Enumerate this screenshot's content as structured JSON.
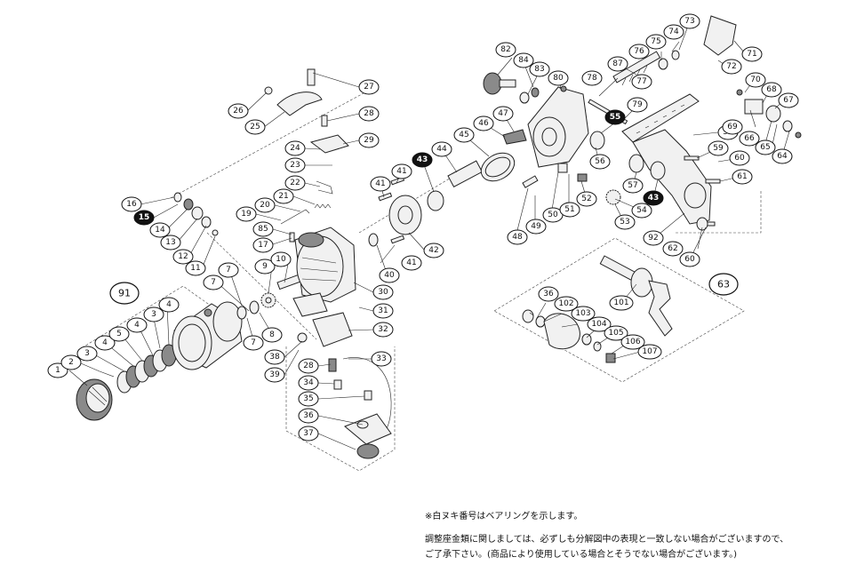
{
  "notes": {
    "bearing_note": "※白ヌキ番号はベアリングを示します。",
    "disclaimer_line1": "調整座金類に関しましては、必ずしも分解図中の表現と一致しない場合がございますので、",
    "disclaimer_line2": "ご了承下さい。(商品により使用している場合とそうでない場合がございます。)"
  },
  "callouts": [
    {
      "id": "c1",
      "label": "1"
    },
    {
      "id": "c2",
      "label": "2"
    },
    {
      "id": "c3",
      "label": "3"
    },
    {
      "id": "c4",
      "label": "4"
    },
    {
      "id": "c5",
      "label": "5"
    },
    {
      "id": "c3b",
      "label": "3"
    },
    {
      "id": "c4b",
      "label": "4"
    },
    {
      "id": "c5b",
      "label": "5"
    },
    {
      "id": "c4c",
      "label": "4"
    },
    {
      "id": "c91",
      "label": "91"
    },
    {
      "id": "c7",
      "label": "7"
    },
    {
      "id": "c7b",
      "label": "7"
    },
    {
      "id": "c7c",
      "label": "7"
    },
    {
      "id": "c8",
      "label": "8"
    },
    {
      "id": "c9",
      "label": "9"
    },
    {
      "id": "c10",
      "label": "10"
    },
    {
      "id": "c11",
      "label": "11"
    },
    {
      "id": "c12",
      "label": "12"
    },
    {
      "id": "c13",
      "label": "13"
    },
    {
      "id": "c14",
      "label": "14"
    },
    {
      "id": "c15",
      "label": "15"
    },
    {
      "id": "c16",
      "label": "16"
    },
    {
      "id": "c17",
      "label": "17"
    },
    {
      "id": "c85",
      "label": "85"
    },
    {
      "id": "c19",
      "label": "19"
    },
    {
      "id": "c20",
      "label": "20"
    },
    {
      "id": "c21",
      "label": "21"
    },
    {
      "id": "c22",
      "label": "22"
    },
    {
      "id": "c23",
      "label": "23"
    },
    {
      "id": "c24",
      "label": "24"
    },
    {
      "id": "c25",
      "label": "25"
    },
    {
      "id": "c26",
      "label": "26"
    },
    {
      "id": "c27",
      "label": "27"
    },
    {
      "id": "c28",
      "label": "28"
    },
    {
      "id": "c29",
      "label": "29"
    },
    {
      "id": "c30",
      "label": "30"
    },
    {
      "id": "c31",
      "label": "31"
    },
    {
      "id": "c32",
      "label": "32"
    },
    {
      "id": "c38",
      "label": "38"
    },
    {
      "id": "c39",
      "label": "39"
    },
    {
      "id": "c28b",
      "label": "28"
    },
    {
      "id": "c33",
      "label": "33"
    },
    {
      "id": "c34",
      "label": "34"
    },
    {
      "id": "c35",
      "label": "35"
    },
    {
      "id": "c36",
      "label": "36"
    },
    {
      "id": "c37",
      "label": "37"
    },
    {
      "id": "c40",
      "label": "40"
    },
    {
      "id": "c41",
      "label": "41"
    },
    {
      "id": "c41b",
      "label": "41"
    },
    {
      "id": "c41c",
      "label": "41"
    },
    {
      "id": "c42",
      "label": "42"
    },
    {
      "id": "c43",
      "label": "43"
    },
    {
      "id": "c44",
      "label": "44"
    },
    {
      "id": "c45",
      "label": "45"
    },
    {
      "id": "c46",
      "label": "46"
    },
    {
      "id": "c47",
      "label": "47"
    },
    {
      "id": "c48",
      "label": "48"
    },
    {
      "id": "c49",
      "label": "49"
    },
    {
      "id": "c50",
      "label": "50"
    },
    {
      "id": "c51",
      "label": "51"
    },
    {
      "id": "c52",
      "label": "52"
    },
    {
      "id": "c53",
      "label": "53"
    },
    {
      "id": "c54",
      "label": "54"
    },
    {
      "id": "c55",
      "label": "55"
    },
    {
      "id": "c56",
      "label": "56"
    },
    {
      "id": "c57",
      "label": "57"
    },
    {
      "id": "c43b",
      "label": "43"
    },
    {
      "id": "c58",
      "label": "58"
    },
    {
      "id": "c59",
      "label": "59"
    },
    {
      "id": "c60",
      "label": "60"
    },
    {
      "id": "c61",
      "label": "61"
    },
    {
      "id": "c62",
      "label": "62"
    },
    {
      "id": "c60b",
      "label": "60"
    },
    {
      "id": "c92",
      "label": "92"
    },
    {
      "id": "c63",
      "label": "63"
    },
    {
      "id": "c64",
      "label": "64"
    },
    {
      "id": "c65",
      "label": "65"
    },
    {
      "id": "c66",
      "label": "66"
    },
    {
      "id": "c67",
      "label": "67"
    },
    {
      "id": "c68",
      "label": "68"
    },
    {
      "id": "c69",
      "label": "69"
    },
    {
      "id": "c70",
      "label": "70"
    },
    {
      "id": "c71",
      "label": "71"
    },
    {
      "id": "c72",
      "label": "72"
    },
    {
      "id": "c73",
      "label": "73"
    },
    {
      "id": "c74",
      "label": "74"
    },
    {
      "id": "c75",
      "label": "75"
    },
    {
      "id": "c76",
      "label": "76"
    },
    {
      "id": "c77",
      "label": "77"
    },
    {
      "id": "c78",
      "label": "78"
    },
    {
      "id": "c79",
      "label": "79"
    },
    {
      "id": "c80",
      "label": "80"
    },
    {
      "id": "c82",
      "label": "82"
    },
    {
      "id": "c83",
      "label": "83"
    },
    {
      "id": "c84",
      "label": "84"
    },
    {
      "id": "c87",
      "label": "87"
    },
    {
      "id": "c101",
      "label": "101"
    },
    {
      "id": "c36b",
      "label": "36"
    },
    {
      "id": "c102",
      "label": "102"
    },
    {
      "id": "c103",
      "label": "103"
    },
    {
      "id": "c104",
      "label": "104"
    },
    {
      "id": "c105",
      "label": "105"
    },
    {
      "id": "c106",
      "label": "106"
    },
    {
      "id": "c107",
      "label": "107"
    }
  ]
}
